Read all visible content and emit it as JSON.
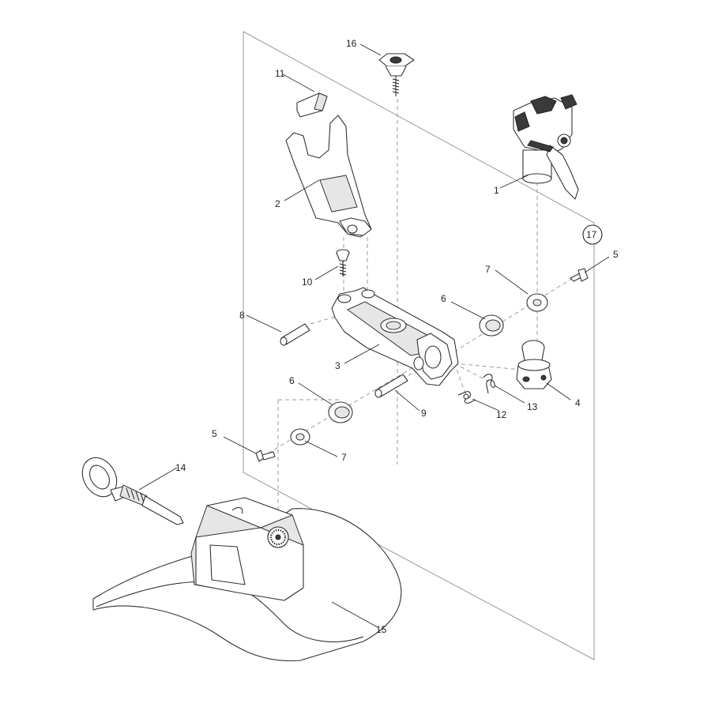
{
  "callouts": {
    "c1": "1",
    "c2": "2",
    "c3": "3",
    "c4": "4",
    "c5a": "5",
    "c5b": "5",
    "c6a": "6",
    "c6b": "6",
    "c7a": "7",
    "c7b": "7",
    "c8": "8",
    "c9": "9",
    "c10": "10",
    "c11": "11",
    "c12": "12",
    "c13": "13",
    "c14": "14",
    "c15": "15",
    "c16": "16",
    "c17": "17"
  },
  "colors": {
    "line": "#333333",
    "frame": "#999999",
    "shade": "#e6e6e6"
  }
}
